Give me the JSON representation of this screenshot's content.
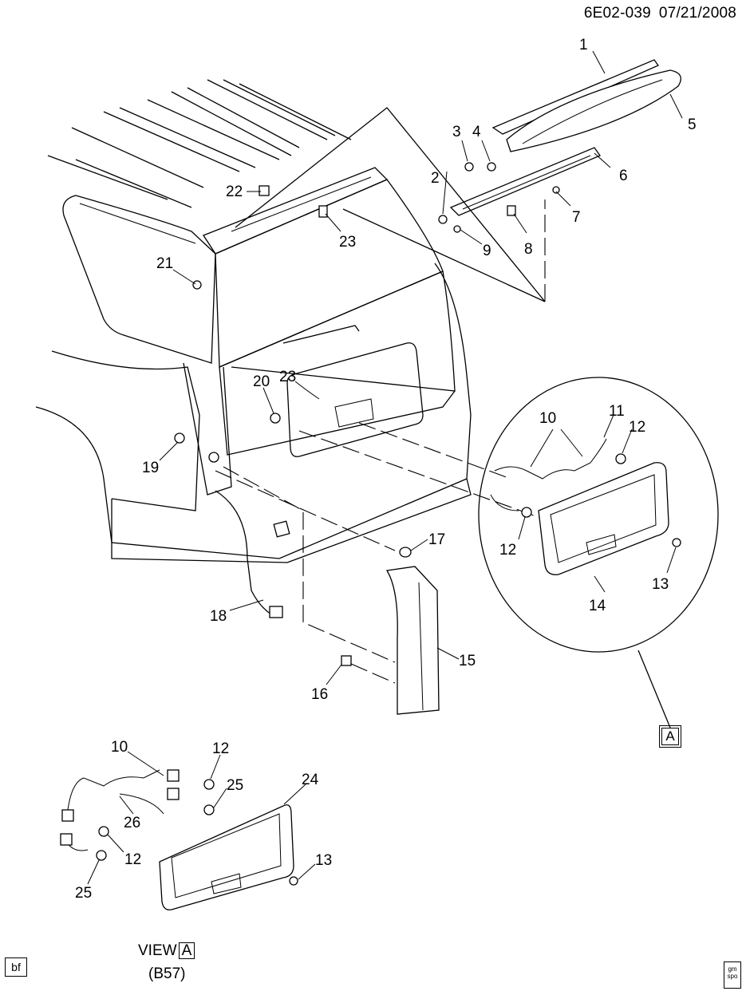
{
  "header": {
    "diagram_code": "6E02-039",
    "date": "07/21/2008"
  },
  "callouts": {
    "c1": "1",
    "c2": "2",
    "c3": "3",
    "c4": "4",
    "c5": "5",
    "c6": "6",
    "c7": "7",
    "c8": "8",
    "c9": "9",
    "c10a": "10",
    "c11": "11",
    "c12a": "12",
    "c12b": "12",
    "c13a": "13",
    "c14": "14",
    "c15": "15",
    "c16": "16",
    "c17": "17",
    "c18": "18",
    "c19": "19",
    "c20": "20",
    "c21": "21",
    "c22": "22",
    "c23a": "23",
    "c23b": "23",
    "c10b": "10",
    "c12c": "12",
    "c25a": "25",
    "c26": "26",
    "c24": "24",
    "c12d": "12",
    "c13b": "13",
    "c25b": "25"
  },
  "view": {
    "label": "VIEW",
    "letter": "A",
    "option": "(B57)"
  },
  "detail_ref": "A",
  "footer": {
    "left_tag": "bf",
    "logo_text": "gm spo"
  }
}
